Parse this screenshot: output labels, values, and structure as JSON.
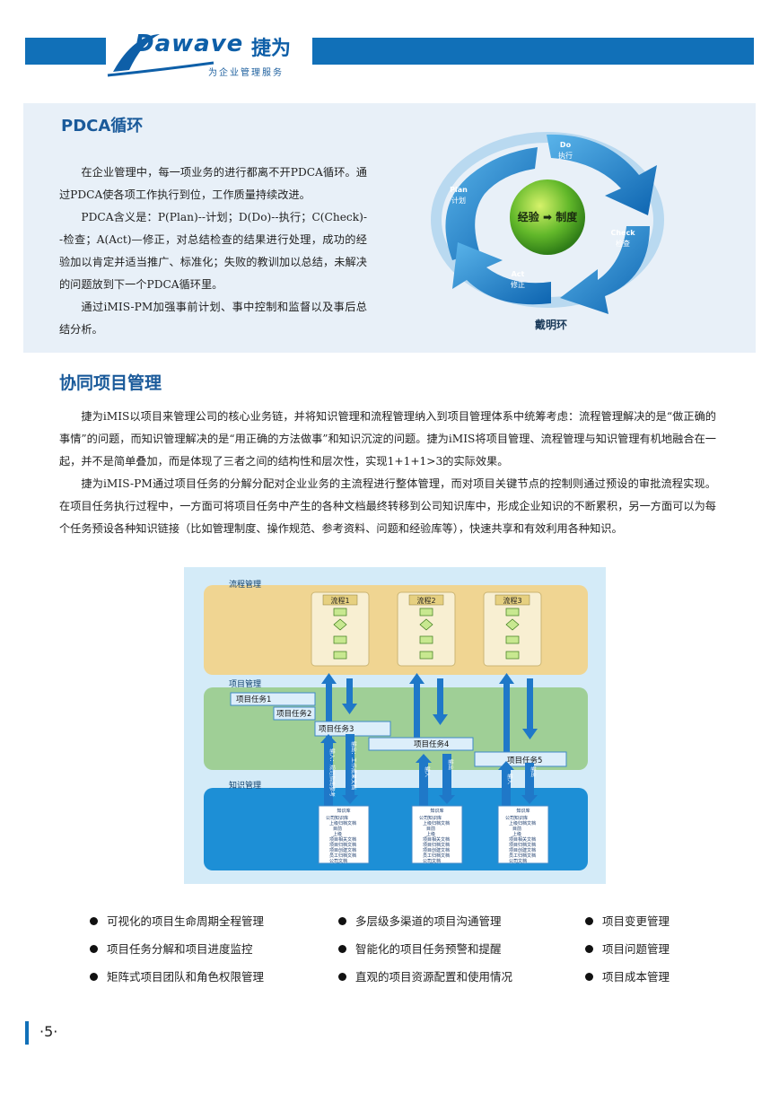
{
  "header": {
    "logo_word": "Dawave",
    "logo_cn": "捷为",
    "tagline": "为企业管理服务"
  },
  "pdca": {
    "title": "PDCA循环",
    "paragraphs": [
      "在企业管理中，每一项业务的进行都离不开PDCA循环。通过PDCA使各项工作执行到位，工作质量持续改进。",
      "PDCA含义是：P(Plan)--计划；D(Do)--执行；C(Check)--检查；A(Act)—修正，对总结检查的结果进行处理，成功的经验加以肯定并适当推广、标准化；失败的教训加以总结，未解决的问题放到下一个PDCA循环里。",
      "通过iMIS-PM加强事前计划、事中控制和监督以及事后总结分析。"
    ],
    "cycle": {
      "plan_en": "Plan",
      "plan_cn": "计划",
      "do_en": "Do",
      "do_cn": "执行",
      "check_en": "Check",
      "check_cn": "检查",
      "act_en": "Act",
      "act_cn": "修正",
      "center": "经验 ➡ 制度",
      "caption": "戴明环"
    }
  },
  "collab": {
    "title": "协同项目管理",
    "paragraphs": [
      "捷为iMIS以项目来管理公司的核心业务链，并将知识管理和流程管理纳入到项目管理体系中统筹考虑：流程管理解决的是“做正确的事情”的问题，而知识管理解决的是“用正确的方法做事”和知识沉淀的问题。捷为iMIS将项目管理、流程管理与知识管理有机地融合在一起，并不是简单叠加，而是体现了三者之间的结构性和层次性，实现1+1+1>3的实际效果。",
      "捷为iMIS-PM通过项目任务的分解分配对企业业务的主流程进行整体管理，而对项目关键节点的控制则通过预设的审批流程实现。在项目任务执行过程中，一方面可将项目任务中产生的各种文档最终转移到公司知识库中，形成企业知识的不断累积，另一方面可以为每个任务预设各种知识链接（比如管理制度、操作规范、参考资料、问题和经验库等），快速共享和有效利用各种知识。"
    ]
  },
  "diagram": {
    "band_flow": "流程管理",
    "band_project": "项目管理",
    "band_knowledge": "知识管理",
    "flows": [
      "流程1",
      "流程2",
      "流程3"
    ],
    "tasks": [
      "项目任务1",
      "项目任务2",
      "项目任务3",
      "项目任务4",
      "项目任务5"
    ],
    "arrow_labels": [
      "输入：规范指南参考",
      "输出：工作成果文档",
      "输入",
      "输出",
      "输入",
      "输出"
    ],
    "kb_title": "知识库",
    "kb_items": [
      "公司知识库",
      "上级归档文档",
      "目前",
      "上级",
      "项目相关文档",
      "项目归档文档",
      "项目创建文档",
      "员工归档文档",
      "公司文档"
    ]
  },
  "features": [
    [
      "可视化的项目生命周期全程管理",
      "多层级多渠道的项目沟通管理",
      "项目变更管理"
    ],
    [
      "项目任务分解和项目进度监控",
      "智能化的项目任务预警和提醒",
      "项目问题管理"
    ],
    [
      "矩阵式项目团队和角色权限管理",
      "直观的项目资源配置和使用情况",
      "项目成本管理"
    ]
  ],
  "footer": {
    "page": "·5·"
  },
  "colors": {
    "brand_blue": "#1170b8",
    "title_blue": "#1a5a9a",
    "pdca_bg": "#e8f0f8"
  }
}
